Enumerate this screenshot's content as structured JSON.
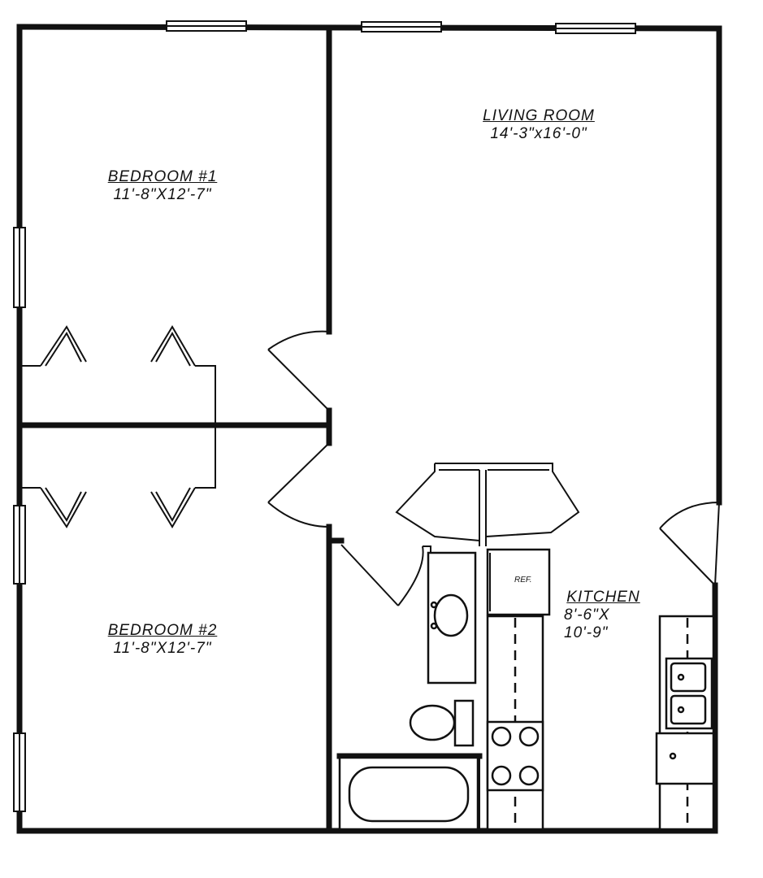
{
  "rooms": {
    "living": {
      "name": "LIVING ROOM",
      "dims": "14'-3\"x16'-0\""
    },
    "bedroom1": {
      "name": "BEDROOM #1",
      "dims": "11'-8\"X12'-7\""
    },
    "bedroom2": {
      "name": "BEDROOM #2",
      "dims": "11'-8\"X12'-7\""
    },
    "kitchen": {
      "name": "KITCHEN",
      "dims_line1": "8'-6\"X",
      "dims_line2": "10'-9\""
    }
  },
  "fixtures": {
    "refrigerator": "REF."
  }
}
